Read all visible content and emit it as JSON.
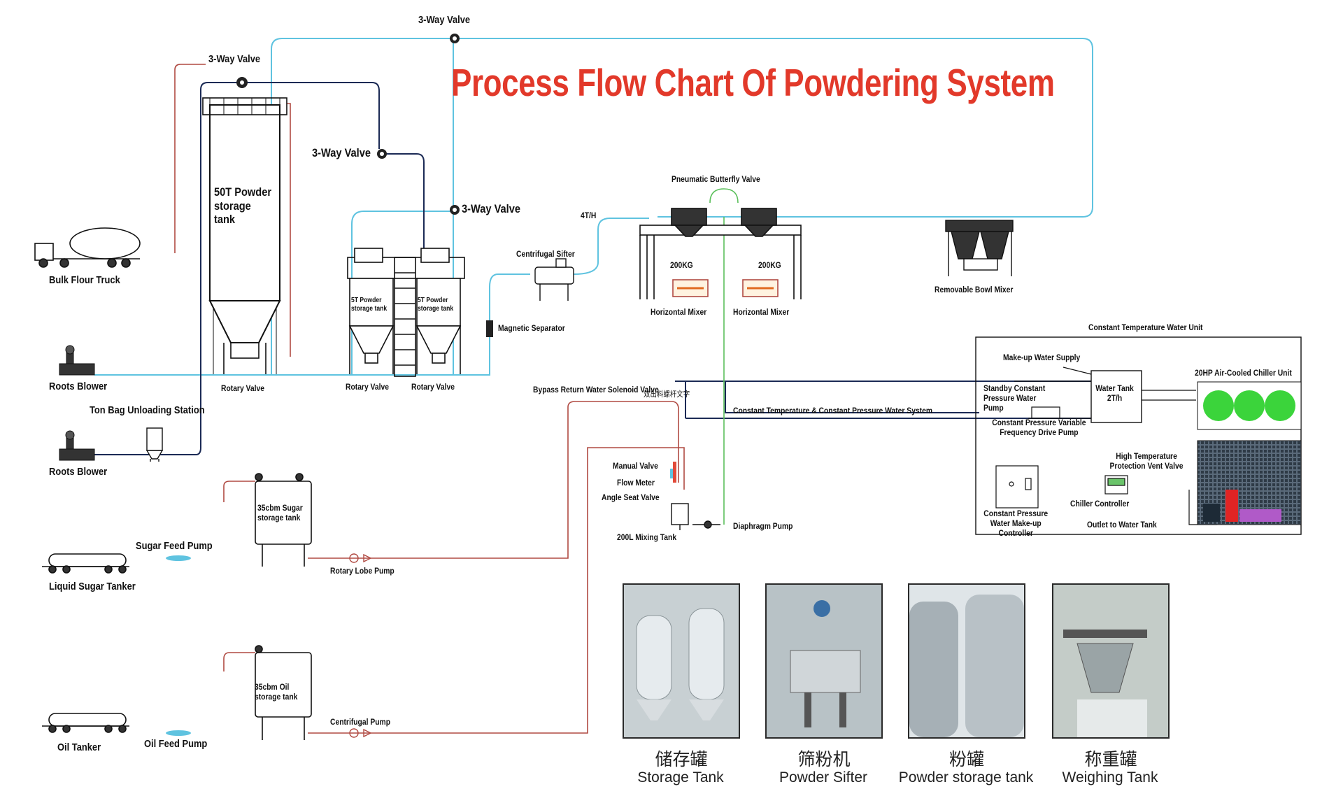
{
  "title": "Process Flow Chart Of Powdering System",
  "colors": {
    "water": "#5fc3e0",
    "sugar_oil": "#b04a42",
    "air": "#1b2a55",
    "green": "#5cc05c",
    "title": "#e2392a"
  },
  "labels": {
    "valve_top": "3-Way Valve",
    "valve_silo": "3-Way Valve",
    "valve_mid": "3-Way Valve",
    "valve_5t": "3-Way Valve",
    "silo_50t": "50T Powder storage tank",
    "bulk_truck": "Bulk Flour Truck",
    "roots_blower_1": "Roots Blower",
    "roots_blower_2": "Roots Blower",
    "ton_bag": "Ton Bag Unloading Station",
    "rotary_valve_1": "Rotary Valve",
    "rotary_valve_2": "Rotary Valve",
    "rotary_valve_3": "Rotary Valve",
    "tank_5t_a": "5T Powder storage tank",
    "tank_5t_b": "5T Powder storage tank",
    "magnetic_separator": "Magnetic Separator",
    "centrifugal_sifter": "Centrifugal Sifter",
    "rate": "4T/H",
    "pneumatic_butterfly": "Pneumatic Butterfly Valve",
    "weight_a": "200KG",
    "weight_b": "200KG",
    "mixer_a": "Horizontal Mixer",
    "mixer_b": "Horizontal Mixer",
    "removable_bowl": "Removable Bowl Mixer",
    "bypass": "Bypass Return Water Solenoid Valve",
    "bypass_cn": "双出料螺杆文字",
    "ctcp_system": "Constant Temperature & Constant Pressure Water System",
    "manual_valve": "Manual Valve",
    "flow_meter": "Flow Meter",
    "angle_seat": "Angle Seat Valve",
    "mixing_tank": "200L Mixing Tank",
    "diaphragm_pump": "Diaphragm Pump",
    "sugar_tank": "35cbm Sugar storage tank",
    "sugar_feed_pump": "Sugar Feed Pump",
    "sugar_tanker": "Liquid Sugar Tanker",
    "rotary_lobe_pump": "Rotary Lobe Pump",
    "oil_tank": "35cbm Oil storage tank",
    "oil_tanker": "Oil Tanker",
    "oil_feed_pump": "Oil Feed Pump",
    "centrifugal_pump": "Centrifugal Pump",
    "ctwu": "Constant Temperature Water Unit",
    "makeup_supply": "Make-up Water Supply",
    "standby_pump": "Standby Constant Pressure Water Pump",
    "water_tank": "Water Tank 2T/h",
    "chiller": "20HP Air-Cooled Chiller Unit",
    "vfd_pump": "Constant Pressure Variable Frequency Drive Pump",
    "hi_temp_vent": "High Temperature Protection Vent Valve",
    "chiller_controller": "Chiller Controller",
    "makeup_controller": "Constant Pressure Water Make-up Controller",
    "outlet_tank": "Outlet to Water Tank"
  },
  "photos": [
    {
      "cn": "储存罐",
      "en": "Storage Tank"
    },
    {
      "cn": "筛粉机",
      "en": "Powder Sifter"
    },
    {
      "cn": "粉罐",
      "en": "Powder storage tank"
    },
    {
      "cn": "称重罐",
      "en": "Weighing Tank"
    }
  ]
}
